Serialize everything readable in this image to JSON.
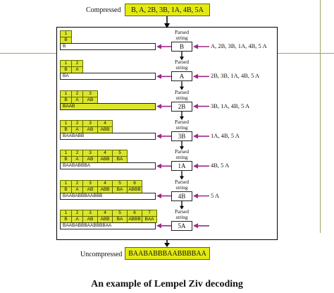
{
  "compressed_label": "Compressed",
  "compressed_value": "B, A, 2B, 3B, 1A, 4B, 5A",
  "uncompressed_label": "Uncompressed",
  "uncompressed_value": "BAABABBBAABBBBAA",
  "parsed_label_1": "Parsed",
  "parsed_label_2": "string",
  "caption": "An example of Lempel Ziv decoding",
  "colors": {
    "highlight": "#dbe62a",
    "arrow": "#a0288c"
  },
  "steps": [
    {
      "indices": [
        "1"
      ],
      "entries": [
        "B"
      ],
      "output": "B",
      "code": "B",
      "remaining": "A, 2B, 3B, 1A, 4B, 5 A"
    },
    {
      "indices": [
        "1",
        "2"
      ],
      "entries": [
        "B",
        "A"
      ],
      "output": "BA",
      "code": "A",
      "remaining": "2B, 3B, 1A, 4B, 5 A"
    },
    {
      "indices": [
        "1",
        "2",
        "3"
      ],
      "entries": [
        "B",
        "A",
        "AB"
      ],
      "output": "BAAB",
      "code": "2B",
      "remaining": "3B, 1A, 4B, 5 A"
    },
    {
      "indices": [
        "1",
        "2",
        "3",
        "4"
      ],
      "entries": [
        "B",
        "A",
        "AB",
        "ABB"
      ],
      "output": "BAABABB",
      "code": "3B",
      "remaining": "1A, 4B, 5 A"
    },
    {
      "indices": [
        "1",
        "2",
        "3",
        "4",
        "5"
      ],
      "entries": [
        "B",
        "A",
        "AB",
        "ABB",
        "BA"
      ],
      "output": "BAABABBBA",
      "code": "1A",
      "remaining": "4B, 5 A"
    },
    {
      "indices": [
        "1",
        "2",
        "3",
        "4",
        "5",
        "6"
      ],
      "entries": [
        "B",
        "A",
        "AB",
        "ABB",
        "BA",
        "ABBB"
      ],
      "output": "BAABABBBAABBB",
      "code": "4B",
      "remaining": "5 A"
    },
    {
      "indices": [
        "1",
        "2",
        "3",
        "4",
        "5",
        "6",
        "7"
      ],
      "entries": [
        "B",
        "A",
        "AB",
        "ABB",
        "BA",
        "ABBB",
        "BAA"
      ],
      "output": "BAABABBBAABBBBAA",
      "code": "5A",
      "remaining": ""
    }
  ]
}
